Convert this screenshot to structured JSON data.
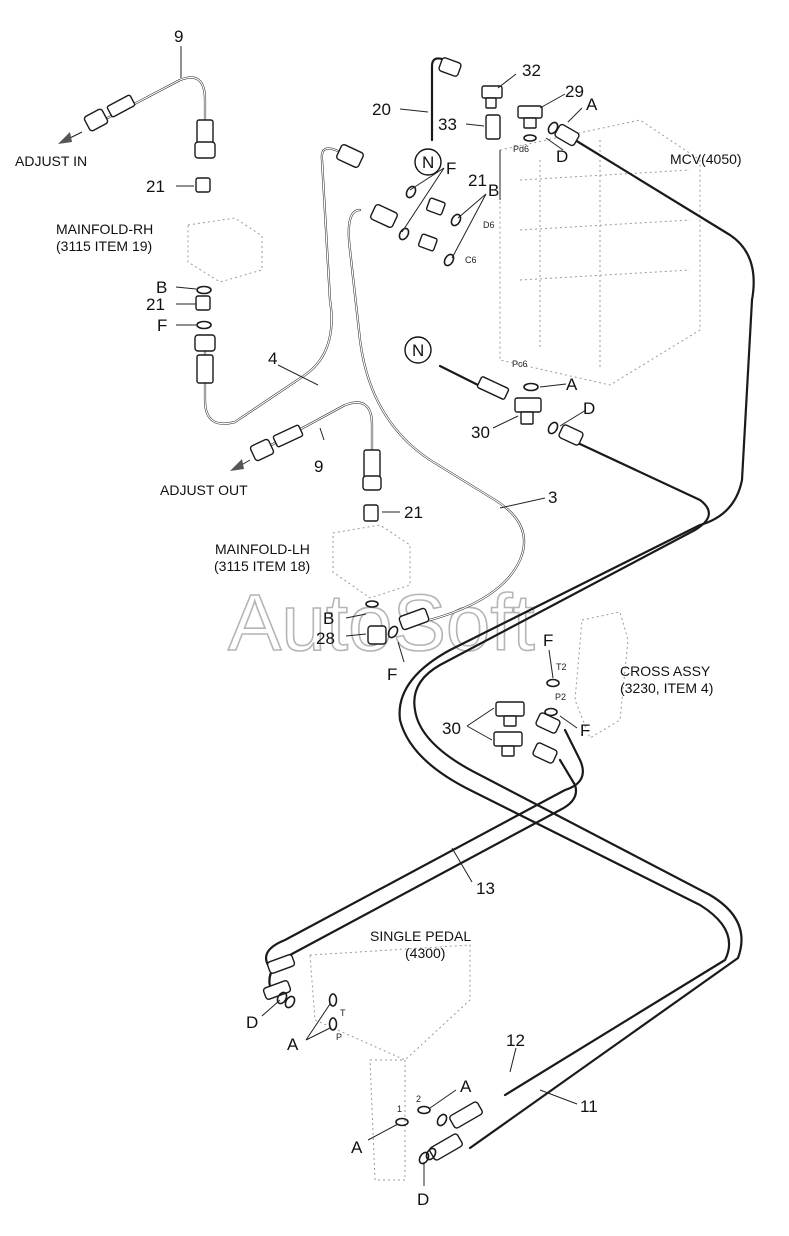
{
  "watermark": "AutoSoft",
  "callouts": {
    "n9_top": "9",
    "n32": "32",
    "n29": "29",
    "n20": "20",
    "n33": "33",
    "a_top": "A",
    "d_top": "D",
    "n_top": "N",
    "f_top": "F",
    "n21_mid": "21",
    "b_mid": "B",
    "n21_left": "21",
    "b_left": "B",
    "n21_left2": "21",
    "f_left": "F",
    "n4": "4",
    "n_mid": "N",
    "a_mid": "A",
    "d_mid": "D",
    "n30_mid": "30",
    "n9_mid": "9",
    "n3": "3",
    "n21_lh": "21",
    "b_lh": "B",
    "n28": "28",
    "f_lh": "F",
    "f_cross1": "F",
    "n30_cross": "30",
    "f_cross2": "F",
    "n13": "13",
    "d_pedal": "D",
    "a_pedal": "A",
    "n12": "12",
    "a_p2": "A",
    "n11": "11",
    "a_p1": "A",
    "d_bot": "D"
  },
  "labels": {
    "adjust_in": "ADJUST IN",
    "adjust_out": "ADJUST OUT",
    "mainfold_rh": "MAINFOLD-RH",
    "mainfold_rh_ref": "(3115 ITEM 19)",
    "mainfold_lh": "MAINFOLD-LH",
    "mainfold_lh_ref": "(3115 ITEM 18)",
    "mcv": "MCV(4050)",
    "cross_assy": "CROSS ASSY",
    "cross_assy_ref": "(3230, ITEM 4)",
    "single_pedal": "SINGLE PEDAL",
    "single_pedal_ref": "(4300)"
  },
  "ports": {
    "pd6": "Pd6",
    "d6": "D6",
    "c6": "C6",
    "pc6": "Pc6",
    "t2": "T2",
    "p2": "P2",
    "t": "T",
    "p": "P",
    "one": "1",
    "two": "2"
  }
}
